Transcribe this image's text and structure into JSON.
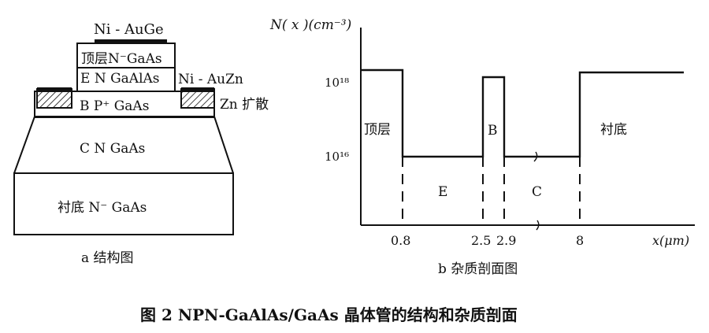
{
  "structure": {
    "contact_top": "Ni - AuGe",
    "top_layer": "顶层N⁻GaAs",
    "emitter_layer": "E N GaAlAs",
    "contact_right": "Ni - AuZn",
    "base_layer": "B   P⁺   GaAs",
    "zn_diffusion": "Zn  扩散",
    "collector_layer": "C   N   GaAs",
    "substrate_layer": "衬底   N⁻   GaAs",
    "caption": "a   结构图"
  },
  "profile": {
    "y_axis_label": "N( x )(cm⁻³)",
    "x_axis_label": "x(μm)",
    "y_ticks": [
      "10¹⁸",
      "10¹⁶"
    ],
    "x_ticks": [
      "0.8",
      "2.5",
      "2.9",
      "8"
    ],
    "region_labels": {
      "top": "顶层",
      "emitter": "E",
      "base": "B",
      "collector": "C",
      "substrate": "衬底"
    },
    "caption": "b   杂质剖面图"
  },
  "figure_caption": "图 2   NPN-GaAlAs/GaAs 晶体管的结构和杂质剖面"
}
